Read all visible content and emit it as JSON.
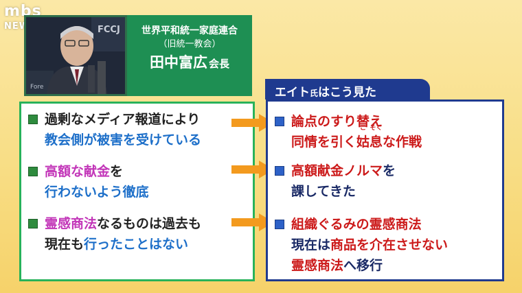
{
  "logo": {
    "line1": "mbs",
    "line2": "NEWS"
  },
  "speaker": {
    "org": "世界平和統一家庭連合",
    "org_sub": "（旧統一教会）",
    "name": "田中富広",
    "title": "会長"
  },
  "right_header": {
    "before": "エイト",
    "honorific": "氏",
    "after": "はこう見た"
  },
  "left_items": [
    {
      "line1": [
        {
          "text": "過剰なメディア報道により",
          "color": "dark"
        }
      ],
      "line2": [
        {
          "text": "教会側が被害を受けている",
          "color": "blue"
        }
      ]
    },
    {
      "line1": [
        {
          "text": "高額な献金",
          "color": "magenta"
        },
        {
          "text": "を",
          "color": "dark"
        }
      ],
      "line2": [
        {
          "text": "行わないよう徹底",
          "color": "blue"
        }
      ]
    },
    {
      "line1": [
        {
          "text": "霊感商法",
          "color": "magenta"
        },
        {
          "text": "なるものは過去も",
          "color": "dark"
        }
      ],
      "line2": [
        {
          "text": "現在も",
          "color": "dark"
        },
        {
          "text": "行ったことはない",
          "color": "blue"
        }
      ]
    }
  ],
  "right_items": {
    "item1": {
      "line1": "論点のすり替え",
      "line2_a": "同情を引く",
      "ruby1_base": "姑",
      "ruby1_rt": "こ",
      "ruby2_base": "息",
      "ruby2_rt": "そく",
      "line2_b": "な作戦"
    },
    "item2": {
      "line1_a": "高額献金ノルマ",
      "line1_b": "を",
      "line2": "課してきた"
    },
    "item3": {
      "line1": "組織ぐるみの霊感商法",
      "line2_a": "現在は",
      "line2_b": "商品を介在させない",
      "line3_a": "霊感商法",
      "line3_b": "へ移行"
    }
  },
  "colors": {
    "green": "#28b25a",
    "navy": "#1f3a8f",
    "arrow": "#f39a1e"
  }
}
